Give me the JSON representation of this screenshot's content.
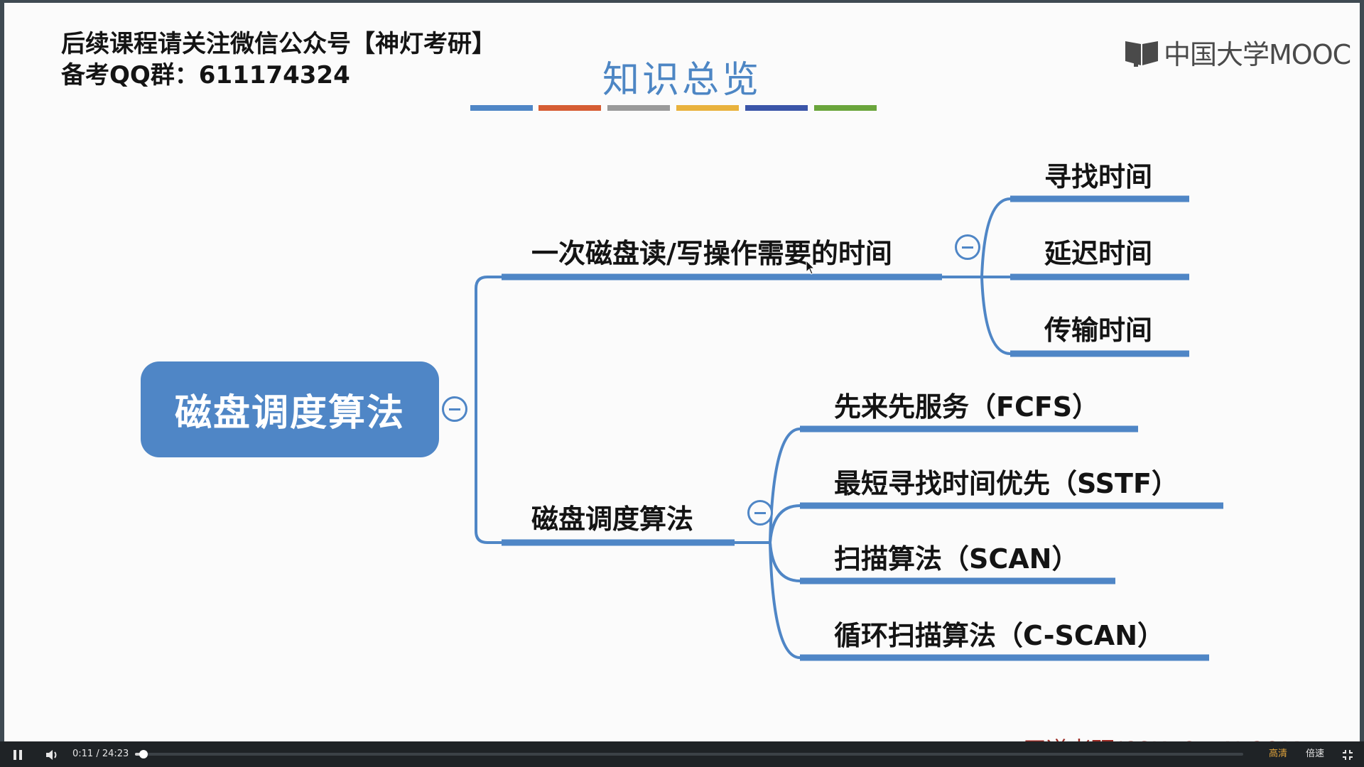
{
  "notice": {
    "line1": "后续课程请关注微信公众号【神灯考研】",
    "line2": "备考QQ群：611174324"
  },
  "slide_title": "知识总览",
  "title_bar_colors": [
    "#4f86c6",
    "#d65d33",
    "#9a9a9a",
    "#e9b23d",
    "#3b55a8",
    "#6aa53c"
  ],
  "logo": {
    "text": "中国大学MOOC",
    "icon": "mooc-book-icon"
  },
  "mindmap": {
    "root": "磁盘调度算法",
    "branches": [
      {
        "label": "一次磁盘读/写操作需要的时间",
        "children": [
          "寻找时间",
          "延迟时间",
          "传输时间"
        ]
      },
      {
        "label": "磁盘调度算法",
        "children": [
          "先来先服务（FCFS）",
          "最短寻找时间优先（SSTF）",
          "扫描算法（SCAN）",
          "循环扫描算法（C-SCAN）"
        ]
      }
    ],
    "accent": "#4f86c6"
  },
  "watermark": "王道考研/CSKAOYAN.COM",
  "player": {
    "time": "0:11 / 24:23",
    "progress": 0.0075,
    "quality": "高清",
    "speed": "倍速"
  }
}
